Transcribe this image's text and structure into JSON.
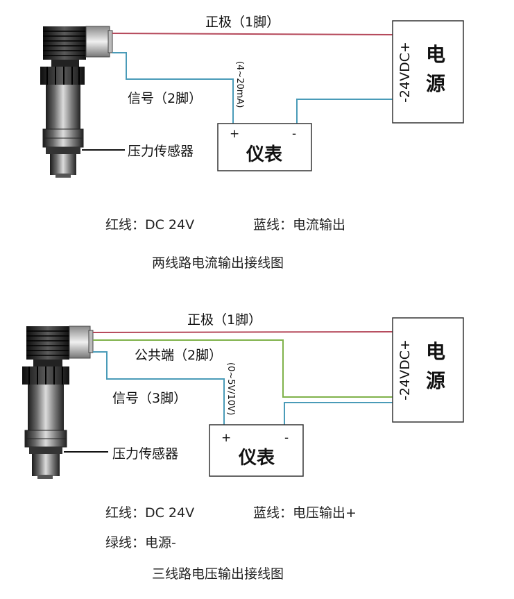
{
  "diagram1": {
    "positive_label": "正极（1脚）",
    "signal_label": "信号（2脚）",
    "range_label": "(4~20mA)",
    "sensor_label": "压力传感器",
    "meter_label": "仪表",
    "meter_plus": "+",
    "meter_minus": "-",
    "power_voltage": "-24VDC+",
    "power_label_1": "电",
    "power_label_2": "源",
    "legend_red": "红线：DC 24V",
    "legend_blue": "蓝线：电流输出",
    "title": "两线路电流输出接线图"
  },
  "diagram2": {
    "positive_label": "正极（1脚）",
    "common_label": "公共端（2脚）",
    "signal_label": "信号（3脚）",
    "range_label": "(0~5V/10V)",
    "sensor_label": "压力传感器",
    "meter_label": "仪表",
    "meter_plus": "+",
    "meter_minus": "-",
    "power_voltage": "-24VDC+",
    "power_label_1": "电",
    "power_label_2": "源",
    "legend_red": "红线：DC 24V",
    "legend_blue": "蓝线：电压输出+",
    "legend_green": "绿线：电源-",
    "title": "三线路电压输出接线图"
  },
  "colors": {
    "red_wire": "#b5485a",
    "blue_wire": "#4a9bb8",
    "green_wire": "#7fb24a",
    "box_border": "#333333"
  }
}
